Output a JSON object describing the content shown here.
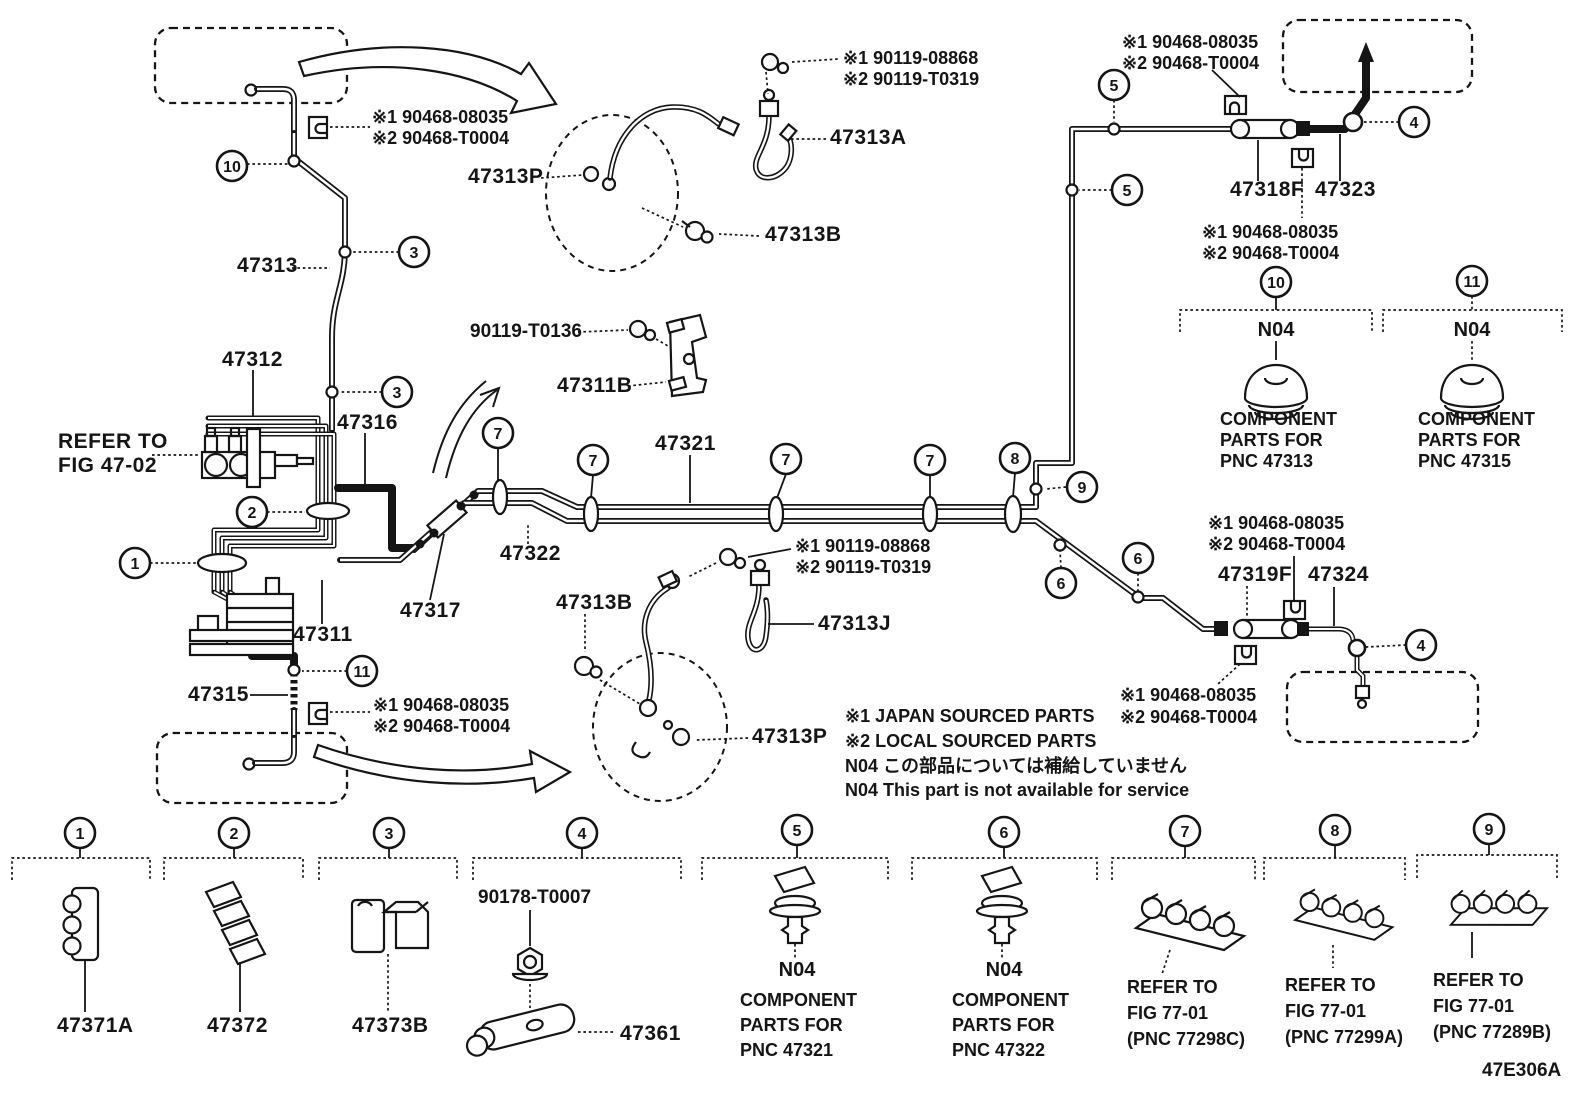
{
  "meta": {
    "code": "47E306A"
  },
  "legend": {
    "l1": "※1 JAPAN SOURCED PARTS",
    "l2": "※2 LOCAL SOURCED PARTS",
    "l3": "N04 この部品については補給していません",
    "l4": "N04 This part is not available for service"
  },
  "notes": {
    "n1_90468": "※1 90468-08035",
    "n2_90468": "※2 90468-T0004",
    "n1_90119": "※1 90119-08868",
    "n2_90119": "※2 90119-T0319"
  },
  "refer": {
    "l1": "REFER TO",
    "l2": "FIG 47-02"
  },
  "parts": {
    "p47311": "47311",
    "p47311B": "47311B",
    "p47312": "47312",
    "p47313": "47313",
    "p47313A": "47313A",
    "p47313B": "47313B",
    "p47313J": "47313J",
    "p47313P": "47313P",
    "p47315": "47315",
    "p47316": "47316",
    "p47317": "47317",
    "p47318F": "47318F",
    "p47319F": "47319F",
    "p47321": "47321",
    "p47322": "47322",
    "p47323": "47323",
    "p47324": "47324",
    "p90119_T0136": "90119-T0136"
  },
  "callouts": {
    "c1": "1",
    "c2": "2",
    "c3": "3",
    "c4": "4",
    "c5": "5",
    "c6": "6",
    "c7": "7",
    "c8": "8",
    "c9": "9",
    "c10": "10",
    "c11": "11"
  },
  "groups": {
    "g1": {
      "num": "1",
      "part": "47371A"
    },
    "g2": {
      "num": "2",
      "part": "47372"
    },
    "g3": {
      "num": "3",
      "part": "47373B"
    },
    "g4": {
      "num": "4",
      "bolt": "90178-T0007",
      "part": "47361"
    },
    "g5": {
      "num": "5",
      "tag": "N04",
      "lines": [
        "COMPONENT",
        "PARTS FOR",
        "PNC 47321"
      ]
    },
    "g6": {
      "num": "6",
      "tag": "N04",
      "lines": [
        "COMPONENT",
        "PARTS FOR",
        "PNC 47322"
      ]
    },
    "g7": {
      "num": "7",
      "lines": [
        "REFER TO",
        "FIG 77-01",
        "(PNC 77298C)"
      ]
    },
    "g8": {
      "num": "8",
      "lines": [
        "REFER TO",
        "FIG 77-01",
        "(PNC 77299A)"
      ]
    },
    "g9": {
      "num": "9",
      "lines": [
        "REFER TO",
        "FIG 77-01",
        "(PNC 77289B)"
      ]
    },
    "g10": {
      "num": "10",
      "tag": "N04",
      "lines": [
        "COMPONENT",
        "PARTS FOR",
        "PNC 47313"
      ]
    },
    "g11": {
      "num": "11",
      "tag": "N04",
      "lines": [
        "COMPONENT",
        "PARTS FOR",
        "PNC 47315"
      ]
    }
  }
}
